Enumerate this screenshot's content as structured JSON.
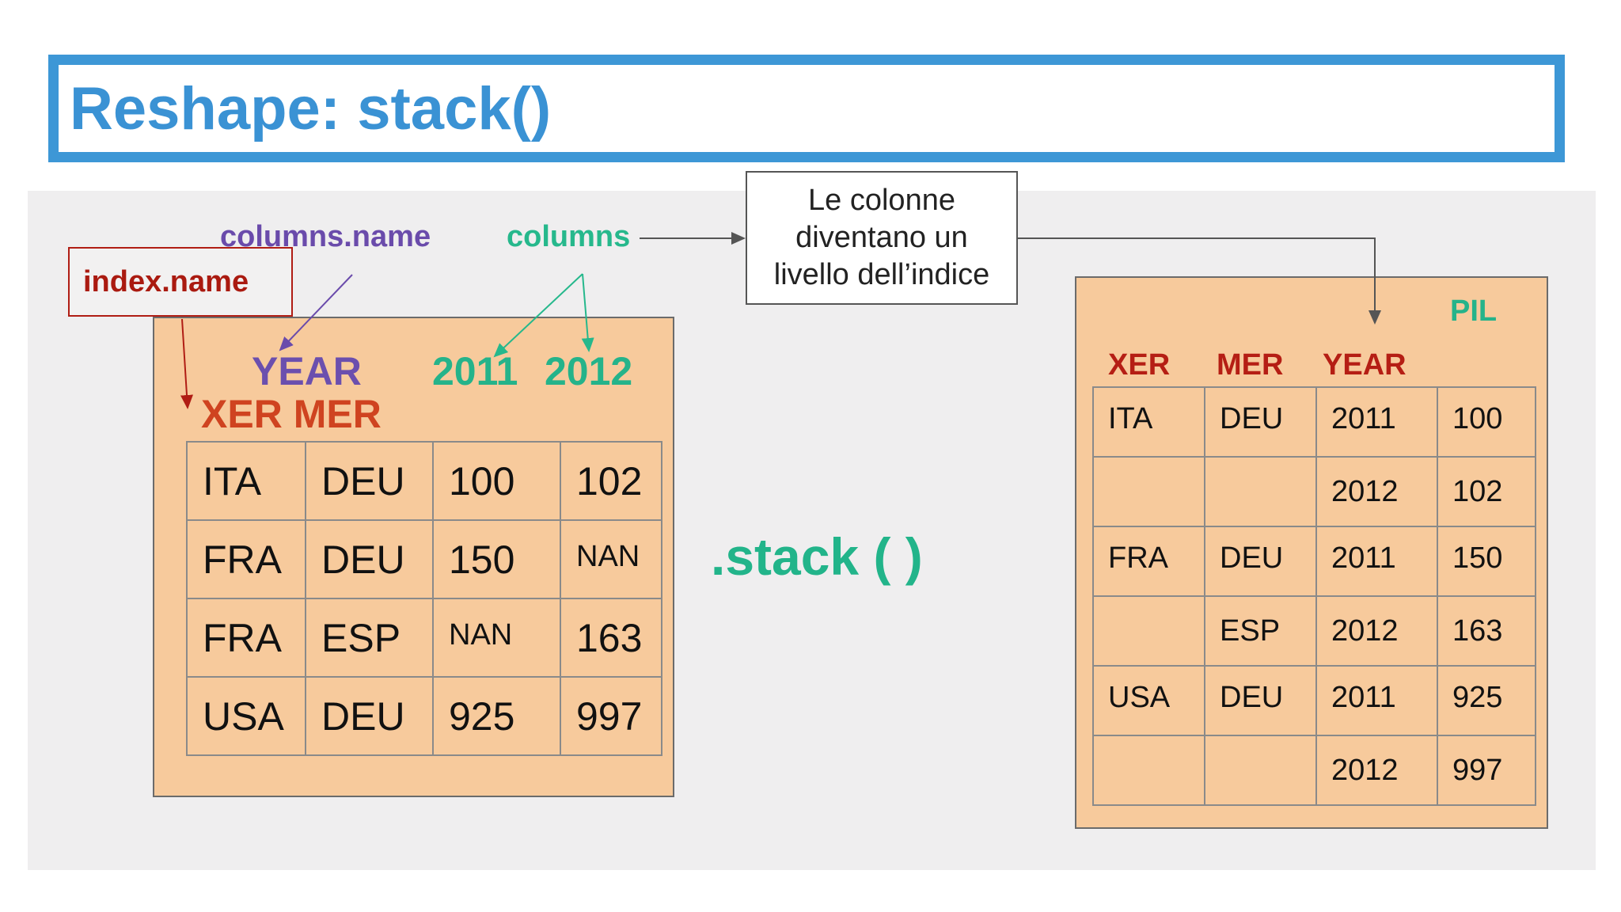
{
  "title": "Reshape: stack()",
  "labels": {
    "index_name": "index.name",
    "columns_name": "columns.name",
    "columns": "columns"
  },
  "note": "Le colonne\ndiventano un\nlivello dell’indice",
  "operation": ".stack ( )",
  "left_table": {
    "columns_name": "YEAR",
    "index_names": "XER MER",
    "column_headers": [
      "2011",
      "2012"
    ],
    "rows": [
      [
        "ITA",
        "DEU",
        "100",
        "102"
      ],
      [
        "FRA",
        "DEU",
        "150",
        "NAN"
      ],
      [
        "FRA",
        "ESP",
        "NAN",
        "163"
      ],
      [
        "USA",
        "DEU",
        "925",
        "997"
      ]
    ]
  },
  "right_table": {
    "value_name": "PIL",
    "index_headers": [
      "XER",
      "MER",
      "YEAR"
    ],
    "rows": [
      [
        "ITA",
        "DEU",
        "2011",
        "100"
      ],
      [
        "",
        "",
        "2012",
        "102"
      ],
      [
        "FRA",
        "DEU",
        "2011",
        "150"
      ],
      [
        "",
        "ESP",
        "2012",
        "163"
      ],
      [
        "USA",
        "DEU",
        "2011",
        "925"
      ],
      [
        "",
        "",
        "2012",
        "997"
      ]
    ]
  },
  "colors": {
    "title_blue": "#3a92d4",
    "panel_orange": "#f7ca9c",
    "index_red": "#aa1a10",
    "columns_purple": "#6a4bab",
    "columns_green": "#26b88c"
  }
}
